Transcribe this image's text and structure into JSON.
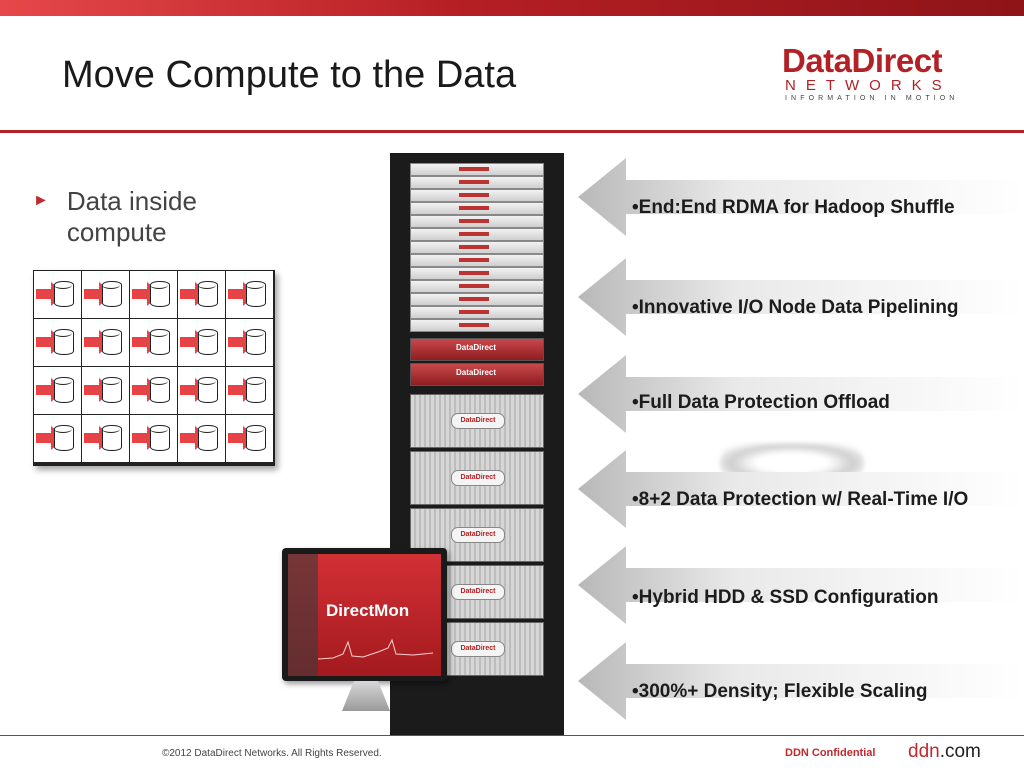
{
  "header": {
    "title": "Move Compute to the Data"
  },
  "logo": {
    "main": "DataDirect",
    "sub": "NETWORKS",
    "tagline": "INFORMATION IN MOTION"
  },
  "left": {
    "bullet": "Data inside compute"
  },
  "rack": {
    "brand": "DataDirect"
  },
  "features": [
    "•End:End RDMA for Hadoop Shuffle",
    "•Innovative I/O Node Data Pipelining",
    "•Full Data Protection Offload",
    "•8+2 Data Protection w/ Real-Time I/O",
    "•Hybrid HDD & SSD Configuration",
    "•300%+ Density; Flexible Scaling"
  ],
  "monitor": {
    "label": "DirectMon"
  },
  "footer": {
    "copyright": "©2012 DataDirect Networks.  All Rights Reserved.",
    "confidential": "DDN Confidential",
    "site_prefix": "ddn",
    "site_suffix": ".com"
  }
}
